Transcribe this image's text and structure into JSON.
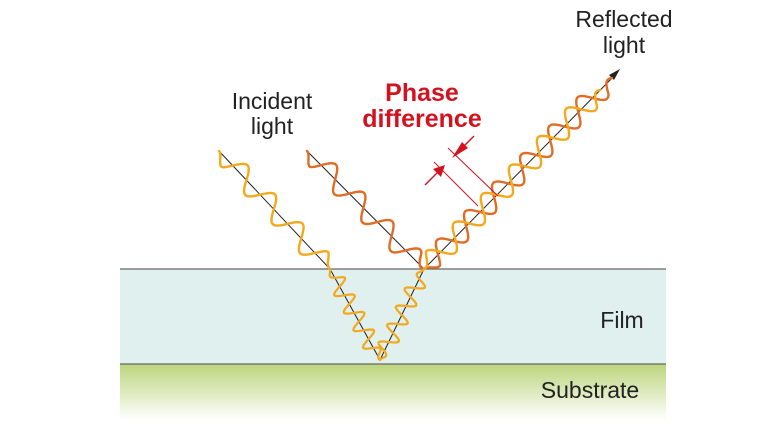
{
  "labels": {
    "incident_line1": "Incident",
    "incident_line2": "light",
    "reflected_line1": "Reflected",
    "reflected_line2": "light",
    "phase_line1": "Phase",
    "phase_line2": "difference",
    "film": "Film",
    "substrate": "Substrate"
  },
  "colors": {
    "film_fill": "#dff0ee",
    "substrate_top": "#bcd57c",
    "substrate_bottom": "#ffffff",
    "wave_yellow": "#f2a91c",
    "wave_orange": "#e06c26",
    "phase_red": "#d4121f",
    "ray_line": "#222222",
    "boundary_line": "#666666"
  },
  "icons": {
    "ray_arrowhead": "arrowhead-icon",
    "phase_marker": "phase-arrows-icon"
  }
}
